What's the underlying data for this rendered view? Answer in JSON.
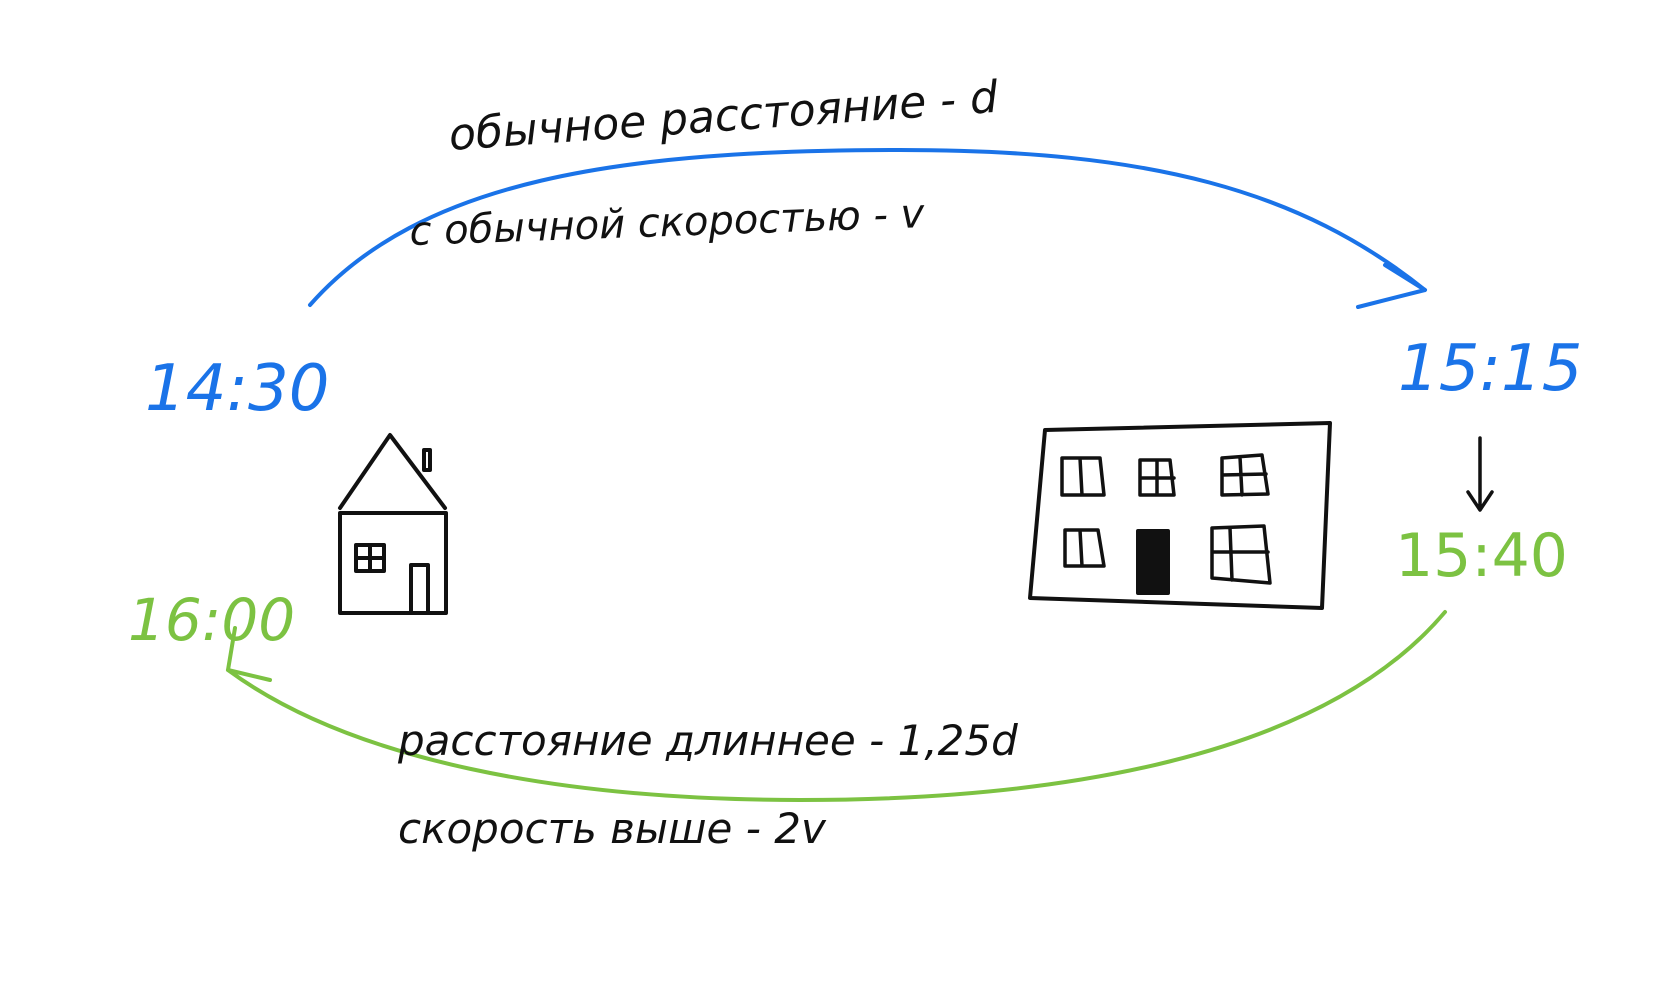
{
  "times": {
    "depart_home": "14:30",
    "arrive_work": "15:15",
    "depart_work": "15:40",
    "arrive_home": "16:00"
  },
  "route_out": {
    "line1": "обычное расстояние - d",
    "line2": "с обычной скоростью - v"
  },
  "route_back": {
    "line1": "расстояние длиннее - 1,25d",
    "line2": "скорость выше - 2v"
  },
  "icons": {
    "home": "house-icon",
    "work": "office-building-icon",
    "wait": "arrow-down-icon"
  },
  "colors": {
    "outbound": "#1a73e8",
    "return": "#7cc242",
    "ink": "#111111"
  }
}
